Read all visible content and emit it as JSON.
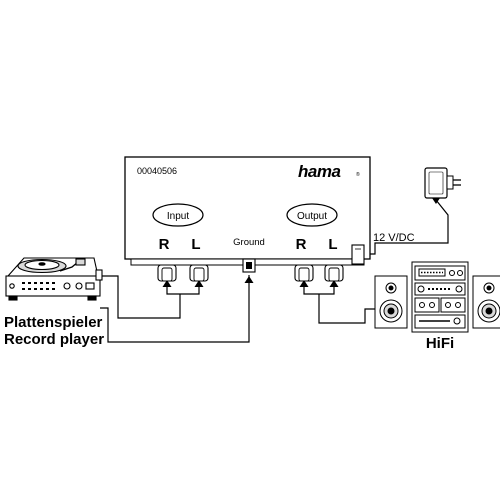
{
  "device": {
    "article_number": "00040506",
    "brand": "hama",
    "trademark": "®"
  },
  "inputs": {
    "group_label": "Input",
    "right_label": "R",
    "left_label": "L"
  },
  "ground": {
    "label": "Ground"
  },
  "outputs": {
    "group_label": "Output",
    "right_label": "R",
    "left_label": "L"
  },
  "power": {
    "label": "12 V/DC"
  },
  "record_player": {
    "label_de": "Plattenspieler",
    "label_en": "Record player"
  },
  "hifi": {
    "label": "HiFi"
  },
  "colors": {
    "line": "#000000",
    "background": "#ffffff",
    "fill_gray": "#d9d9d9"
  }
}
